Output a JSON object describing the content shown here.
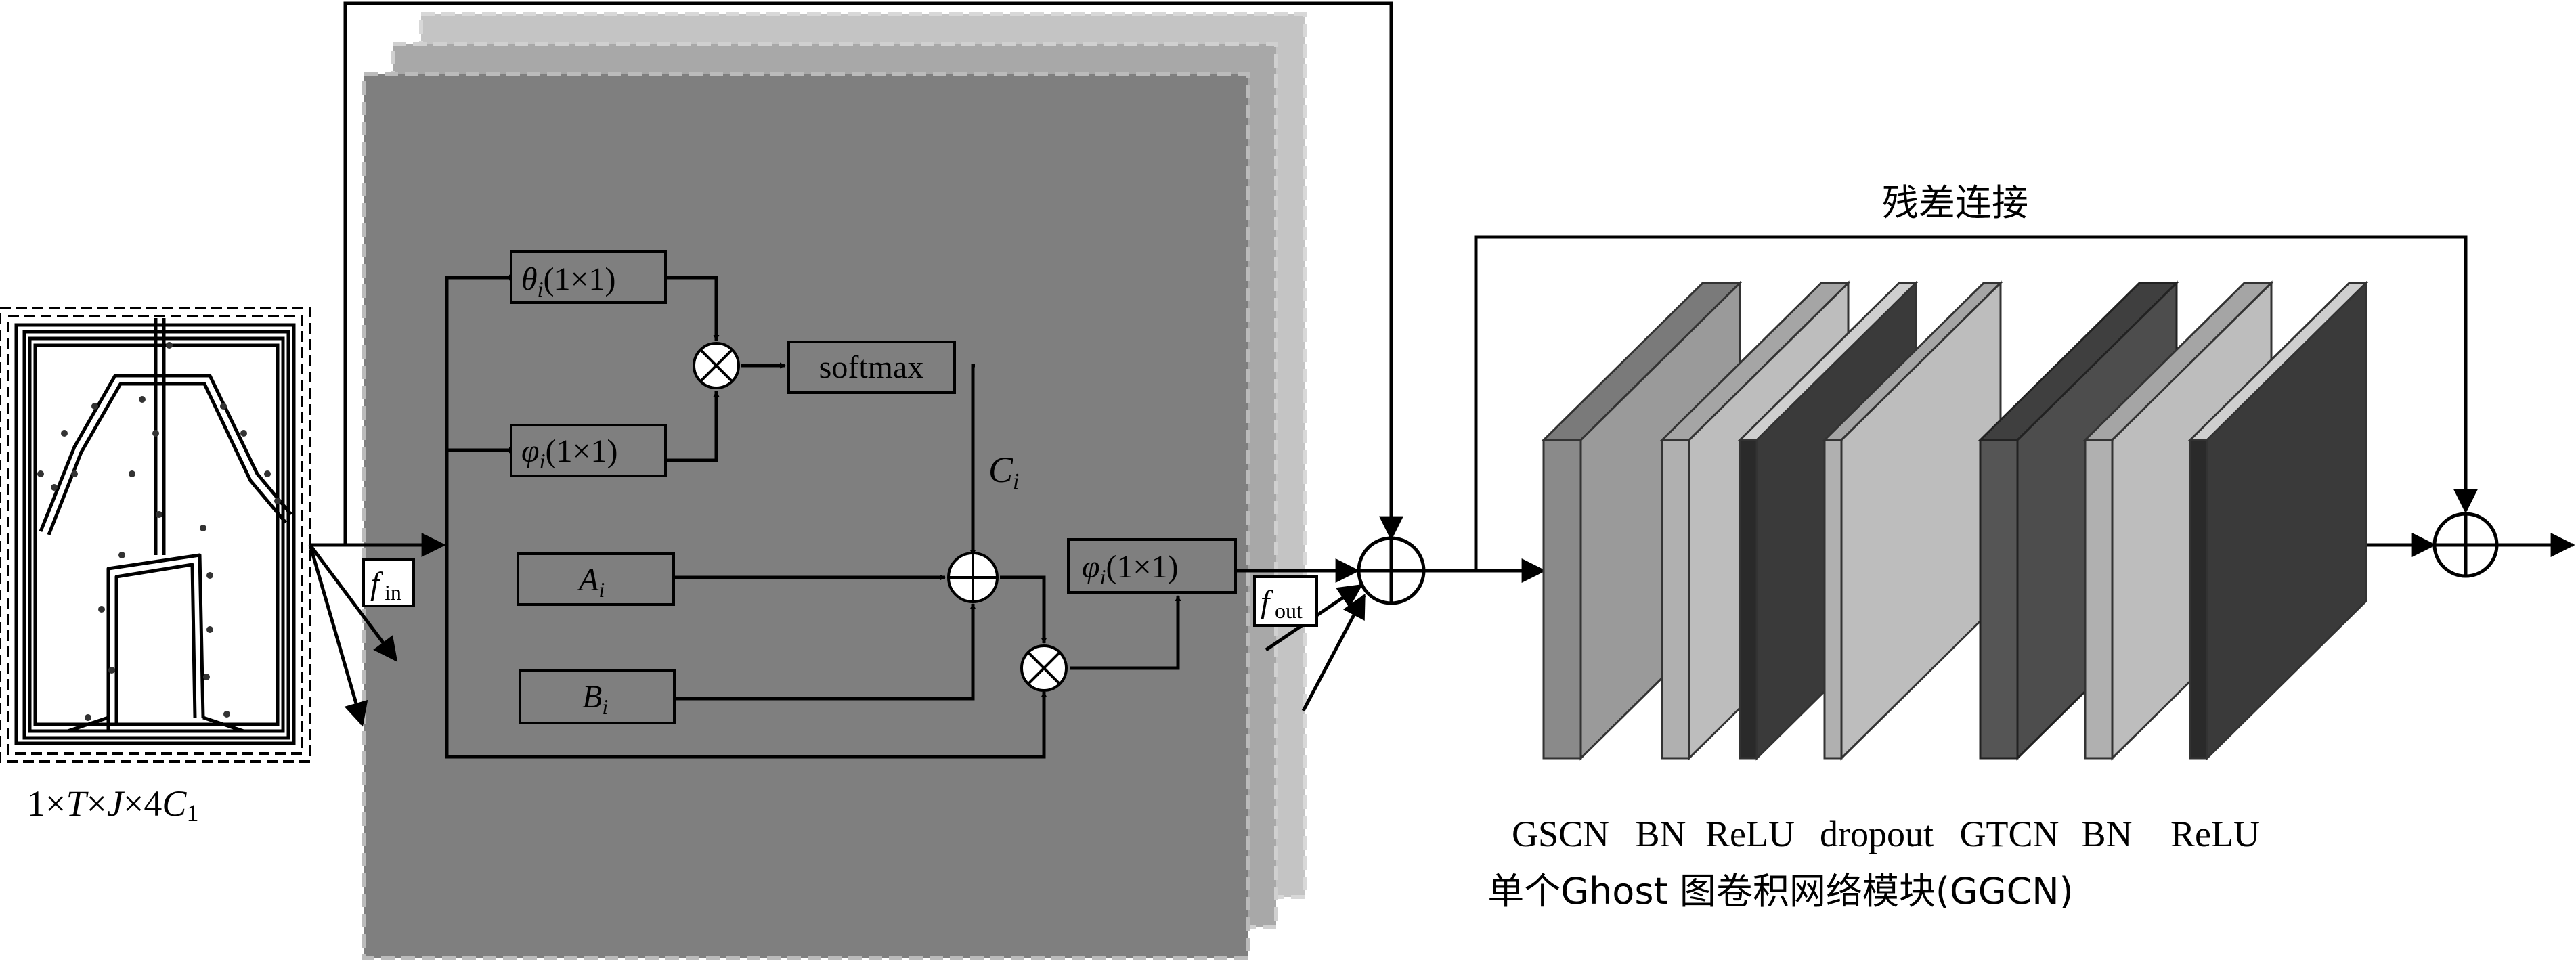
{
  "input_block": {
    "dims_prefix": "1×",
    "dims_T": "T",
    "dims_mid1": "×",
    "dims_J": "J",
    "dims_mid2": "×4",
    "dims_C": "C",
    "dims_sub": "1"
  },
  "f_in": {
    "main": "f",
    "sub": "in"
  },
  "f_out": {
    "main": "f",
    "sub": "out"
  },
  "theta": {
    "sym": "θ",
    "sub": "i",
    "rest": "(1×1)"
  },
  "phi_top": {
    "sym": "φ",
    "sub": "i",
    "rest": "(1×1)"
  },
  "phi_out": {
    "sym": "φ",
    "sub": "i",
    "rest": "(1×1)"
  },
  "softmax": "softmax",
  "c_label": {
    "main": "C",
    "sub": "i"
  },
  "a_label": {
    "main": "A",
    "sub": "i"
  },
  "b_label": {
    "main": "B",
    "sub": "i"
  },
  "residual_label": "残差连接",
  "layers": [
    "GSCN",
    "BN",
    "ReLU",
    "dropout",
    "GTCN",
    "BN",
    "ReLU"
  ],
  "module_caption": "单个Ghost 图卷积网络模块(GGCN)",
  "colors": {
    "panel_back2": "#c4c4c4",
    "panel_back1": "#a8a8a8",
    "panel_front": "#7f7f7f",
    "layer_mid": "#9a9a9a",
    "layer_light": "#bdbdbd",
    "layer_dark": "#3a3a3a",
    "layer_darkgray": "#4d4d4d"
  }
}
